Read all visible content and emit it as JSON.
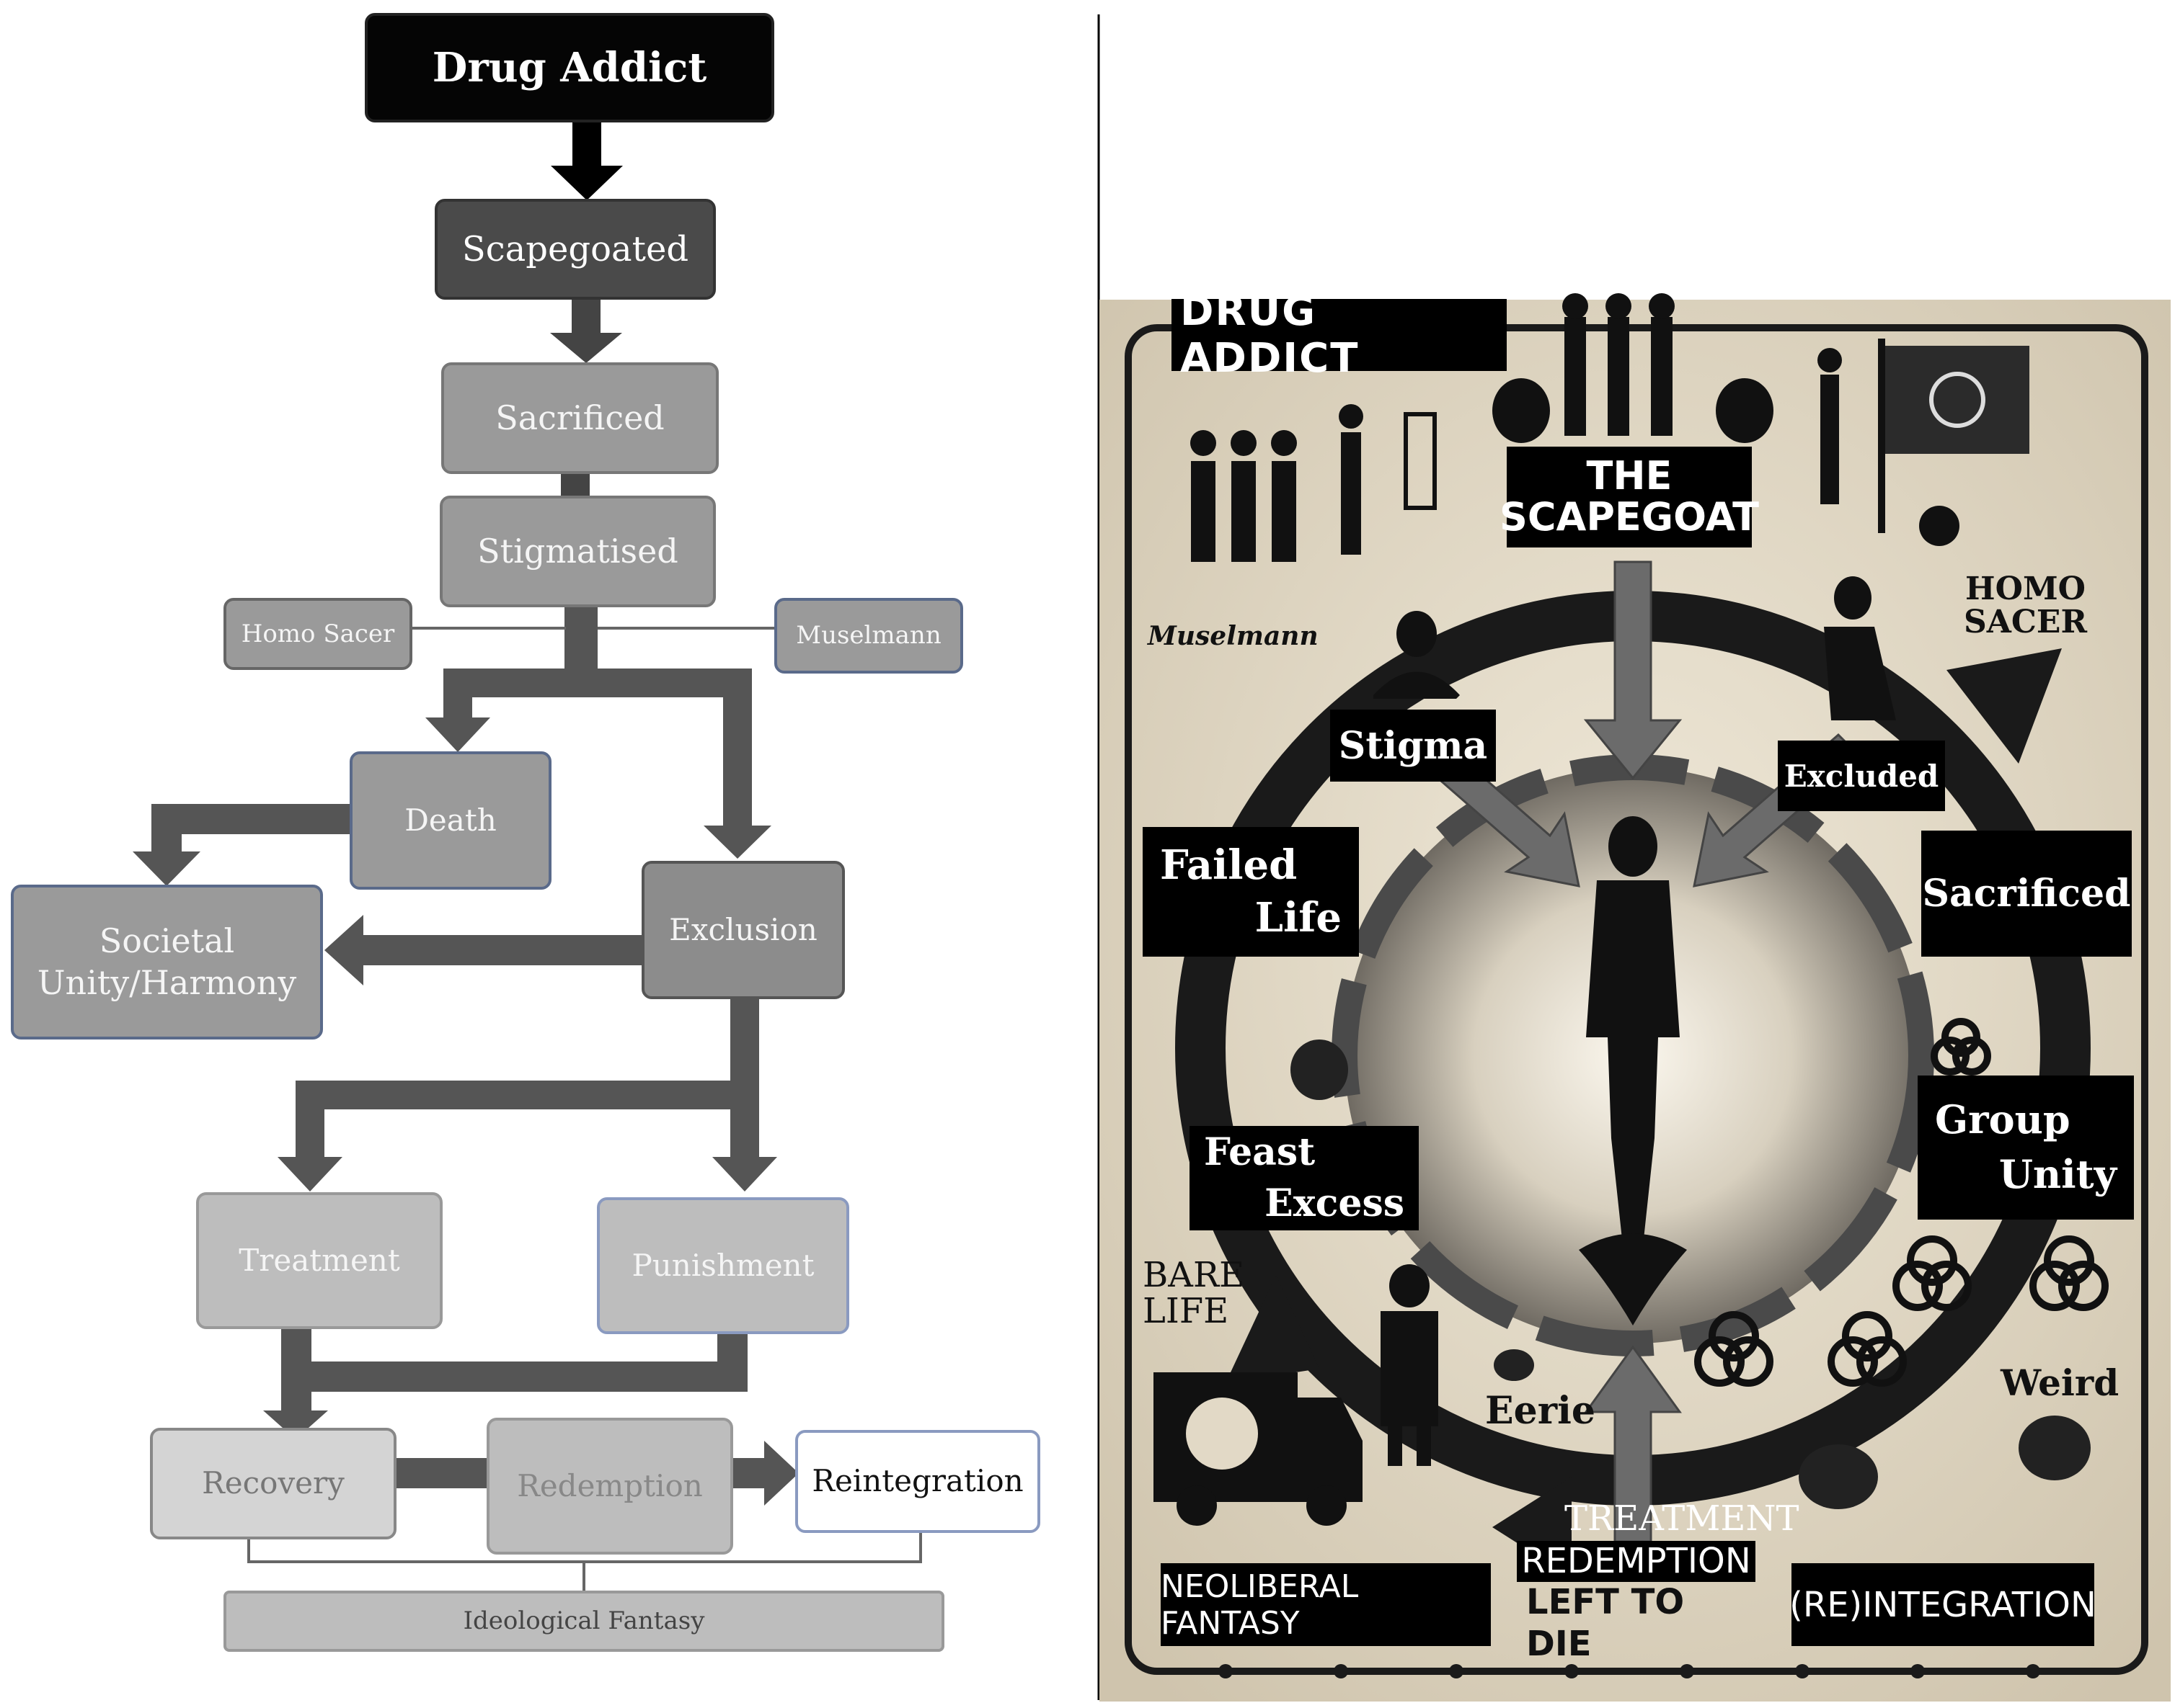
{
  "flowchart": {
    "drug_addict": "Drug Addict",
    "scapegoated": "Scapegoated",
    "sacrificed": "Sacrificed",
    "stigmatised": "Stigmatised",
    "homo_sacer": "Homo Sacer",
    "muselmann": "Muselmann",
    "death": "Death",
    "societal_unity_line1": "Societal",
    "societal_unity_line2": "Unity/Harmony",
    "exclusion": "Exclusion",
    "treatment": "Treatment",
    "punishment": "Punishment",
    "recovery": "Recovery",
    "redemption": "Redemption",
    "reintegration": "Reintegration",
    "ideological_fantasy": "Ideological Fantasy"
  },
  "poster": {
    "drug_addict": "DRUG ADDICT",
    "the": "THE",
    "scapegoat": "SCAPEGOAT",
    "muselmann": "Muselmann",
    "homo_sacer_line1": "HOMO",
    "homo_sacer_line2": "SACER",
    "stigma": "Stigma",
    "excluded": "Excluded",
    "failed": "Failed",
    "life": "Life",
    "sacrificed": "Sacrificed",
    "group": "Group",
    "unity": "Unity",
    "feast": "Feast",
    "excess": "Excess",
    "bare": "BARE",
    "bare_life": "LIFE",
    "eerie": "Eerie",
    "weird": "Weird",
    "treatment": "TREATMENT",
    "redemption": "REDEMPTION",
    "left_to_die": "LEFT TO DIE",
    "neoliberal_fantasy": "NEOLIBERAL FANTASY",
    "reintegration": "(RE)INTEGRATION"
  },
  "colors": {
    "dark_box": "#050505",
    "scapegoated_box": "#4a4a4a",
    "mid_gray_box": "#9a9a9a",
    "light_gray_box": "#bdbdbd",
    "lighter_box": "#d4d4d4",
    "arrow": "#555555",
    "poster_bg": "#e2d9c6",
    "poster_ink": "#1a1a1a"
  }
}
